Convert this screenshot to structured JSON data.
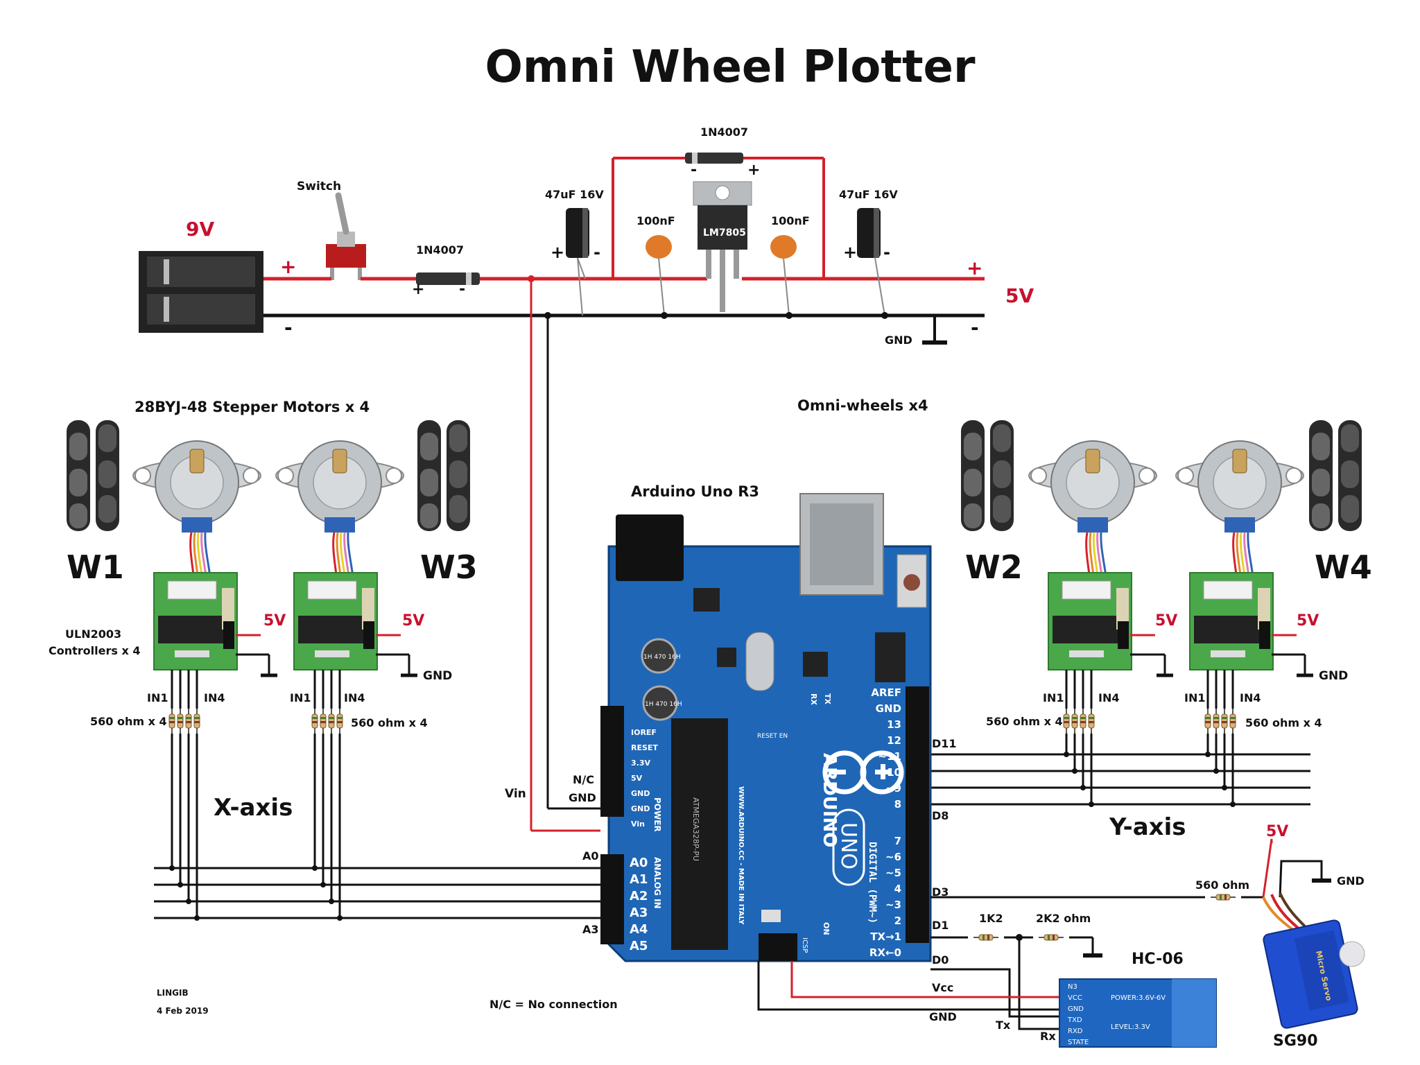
{
  "title": "Omni Wheel Plotter",
  "power": {
    "battery_voltage": "9V",
    "switch_label": "Switch",
    "diode_label": "1N4007",
    "bypass_diode_label": "1N4007",
    "cap_electrolytic_in": "47uF 16V",
    "cap_electrolytic_out": "47uF 16V",
    "cap_ceramic_in": "100nF",
    "cap_ceramic_out": "100nF",
    "regulator_label": "LM7805",
    "rail_voltage": "5V",
    "gnd_label": "GND",
    "plus": "+",
    "minus": "-"
  },
  "motors": {
    "stepper_title": "28BYJ-48 Stepper Motors x 4",
    "omni_title": "Omni-wheels x4",
    "driver_label_line1": "ULN2003",
    "driver_label_line2": "Controllers x 4",
    "wheels": [
      "W1",
      "W3",
      "W2",
      "W4"
    ],
    "driver_5v": "5V",
    "driver_gnd": "GND",
    "in1": "IN1",
    "in4": "IN4",
    "resistors": "560 ohm x 4",
    "x_axis": "X-axis",
    "y_axis": "Y-axis"
  },
  "arduino": {
    "title": "Arduino Uno R3",
    "vin": "Vin",
    "nc": "N/C",
    "gnd": "GND",
    "a0": "A0",
    "a3": "A3",
    "d11": "D11",
    "d8": "D8",
    "d3": "D3",
    "d1": "D1",
    "d0": "D0",
    "board_brand": "ARDUINO",
    "board_model": "UNO",
    "power_pins": [
      "IOREF",
      "RESET",
      "3.3V",
      "5V",
      "GND",
      "GND",
      "Vin"
    ],
    "power_header": "POWER",
    "analog_pins": [
      "A0",
      "A1",
      "A2",
      "A3",
      "A4",
      "A5"
    ],
    "analog_header": "ANALOG IN",
    "digital_pins": [
      "AREF",
      "GND",
      "13",
      "12",
      "~11",
      "~10",
      "~9",
      "8",
      "7",
      "~6",
      "~5",
      "4",
      "~3",
      "2",
      "TX→1",
      "RX←0"
    ],
    "digital_header": "DIGITAL (PWM~)",
    "website": "WWW.ARDUINO.CC - MADE IN ITALY",
    "chip": "ATMEGA328P-PU",
    "caps": "1H 470 16H",
    "tx_led": "TX",
    "rx_led": "RX",
    "reset_en": "RESET EN",
    "icsp": "ICSP",
    "on": "ON"
  },
  "bluetooth": {
    "title": "HC-06",
    "r1": "1K2",
    "r2": "2K2 ohm",
    "vcc": "Vcc",
    "gnd": "GND",
    "tx": "Tx",
    "rx": "Rx",
    "pins": [
      "N3",
      "VCC",
      "GND",
      "TXD",
      "RXD",
      "STATE"
    ],
    "power_text": "POWER:3.6V-6V",
    "level_text": "LEVEL:3.3V"
  },
  "servo": {
    "label": "SG90",
    "v5": "5V",
    "gnd": "GND",
    "resistor": "560 ohm",
    "body_text": "Micro Servo"
  },
  "footer": {
    "author": "LINGIB",
    "date": "4 Feb 2019",
    "note": "N/C =  No connection"
  },
  "colors": {
    "wire_red": "#d4202a",
    "wire_black": "#111111",
    "board_blue": "#1f66b6",
    "pcb_green": "#4aa84a",
    "label_red": "#c8102e"
  }
}
